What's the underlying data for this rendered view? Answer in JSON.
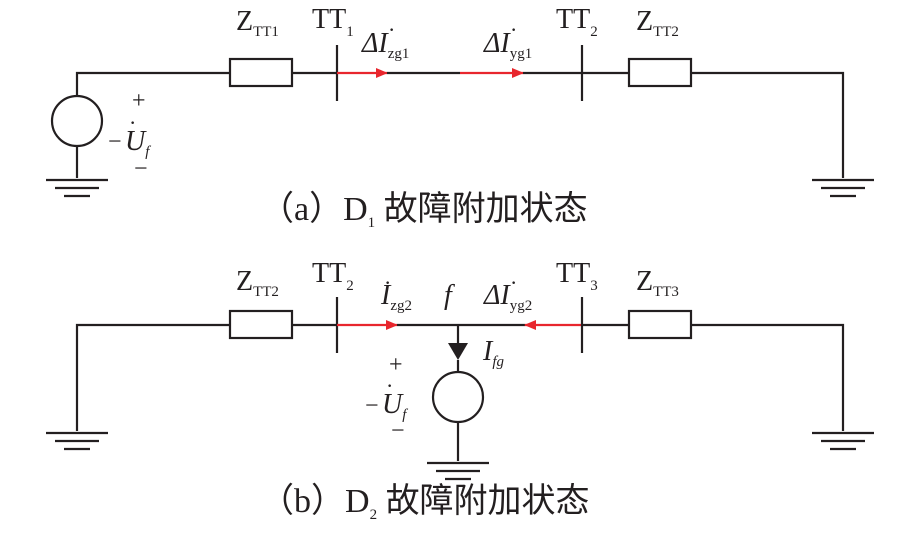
{
  "diagram_a": {
    "z_left": {
      "main": "Z",
      "sub": "TT1"
    },
    "tt_left": {
      "main": "TT",
      "sub": "1"
    },
    "i_left": {
      "main": "ΔI",
      "sub": "zg1"
    },
    "i_right": {
      "main": "ΔI",
      "sub": "yg1"
    },
    "tt_right": {
      "main": "TT",
      "sub": "2"
    },
    "z_right": {
      "main": "Z",
      "sub": "TT2"
    },
    "source": {
      "plus": "+",
      "minus_top": "−",
      "main": "U",
      "sub": "f",
      "minus_bottom": "−"
    },
    "caption": {
      "prefix": "（a）D",
      "sub": "1",
      "text": " 故障附加状态"
    }
  },
  "diagram_b": {
    "z_left": {
      "main": "Z",
      "sub": "TT2"
    },
    "tt_left": {
      "main": "TT",
      "sub": "2"
    },
    "i_left": {
      "main": "I",
      "sub": "zg2"
    },
    "fault": "f",
    "i_right": {
      "main": "ΔI",
      "sub": "yg2"
    },
    "tt_right": {
      "main": "TT",
      "sub": "3"
    },
    "z_right": {
      "main": "Z",
      "sub": "TT3"
    },
    "i_fault": {
      "main": "I",
      "sub": "fg"
    },
    "source": {
      "plus": "+",
      "minus_top": "−",
      "main": "U",
      "sub": "f",
      "minus_bottom": "−"
    },
    "caption": {
      "prefix": "（b）D",
      "sub": "2",
      "text": " 故障附加状态"
    }
  },
  "colors": {
    "wire": "#231f20",
    "current_arrow": "#e8262d"
  }
}
